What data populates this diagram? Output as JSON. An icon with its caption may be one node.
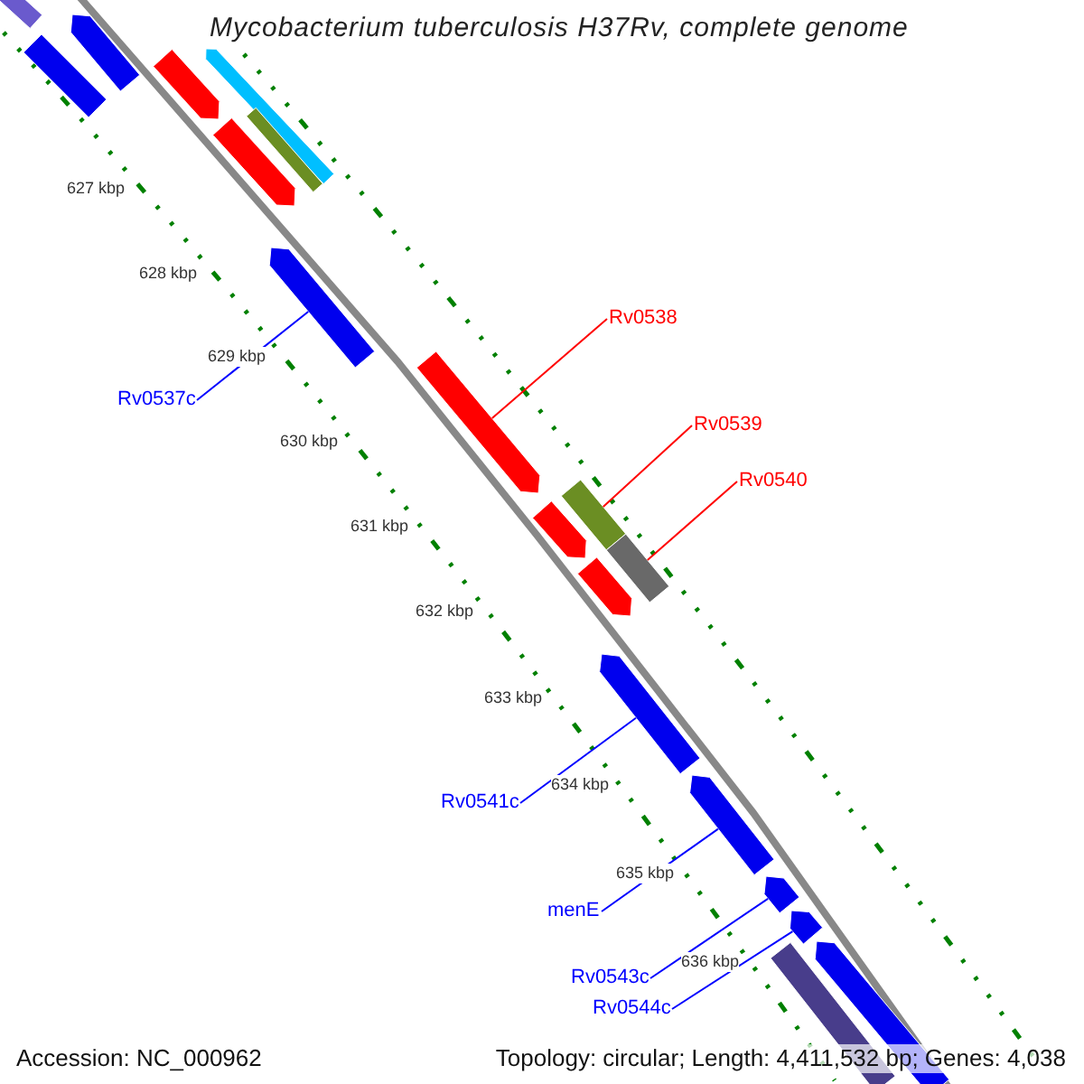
{
  "diagram": {
    "title": "Mycobacterium tuberculosis H37Rv, complete genome",
    "nodes": [
      {
        "text": [
          "Rv0537c"
        ]
      },
      {
        "text": [
          "Rv0538"
        ]
      },
      {
        "text": [
          "Rv0539"
        ]
      },
      {
        "text": [
          "Rv0540"
        ]
      },
      {
        "text": [
          "Rv0541c"
        ]
      },
      {
        "text": [
          "menE"
        ]
      },
      {
        "text": [
          "Rv0543c"
        ]
      },
      {
        "text": [
          "Rv0544c"
        ]
      },
      {
        "text": [],
        "shape": "bar"
      },
      {
        "text": [],
        "shape": "arrow"
      },
      {
        "text": [],
        "shape": "arrow"
      },
      {
        "text": [],
        "shape": "bar"
      },
      {
        "text": [],
        "shape": "arrow"
      },
      {
        "text": [],
        "shape": "bar"
      },
      {
        "text": [],
        "shape": "arrow"
      },
      {
        "text": [],
        "shape": "arrow"
      },
      {
        "text": [],
        "shape": "arrow"
      },
      {
        "text": [],
        "shape": "bar"
      },
      {
        "text": [],
        "shape": "arrow"
      },
      {
        "text": [],
        "shape": "bar"
      },
      {
        "text": [],
        "shape": "arrow"
      },
      {
        "text": [],
        "shape": "arrow"
      },
      {
        "text": [],
        "shape": "arrow"
      },
      {
        "text": [],
        "shape": "arrow"
      },
      {
        "text": [],
        "shape": "arrow"
      },
      {
        "text": [],
        "shape": "bar"
      },
      {
        "text": [],
        "shape": "arrow"
      }
    ],
    "edges": [
      {
        "from": 0,
        "to": 15,
        "arrow": "none"
      },
      {
        "from": 1,
        "to": 16,
        "arrow": "none",
        "color": "#ff0000"
      },
      {
        "from": 2,
        "to": 17,
        "arrow": "none",
        "color": "#ff0000"
      },
      {
        "from": 3,
        "to": 19,
        "arrow": "none",
        "color": "#ff0000"
      },
      {
        "from": 4,
        "to": 21,
        "arrow": "none"
      },
      {
        "from": 5,
        "to": 22,
        "arrow": "none"
      },
      {
        "from": 6,
        "to": 23,
        "arrow": "none"
      },
      {
        "from": 7,
        "to": 24,
        "arrow": "none"
      }
    ],
    "labels": [
      "627 kbp",
      "628 kbp",
      "629 kbp",
      "630 kbp",
      "631 kbp",
      "632 kbp",
      "633 kbp",
      "634 kbp",
      "635 kbp",
      "636 kbp",
      "Accession: NC_000962",
      "Topology: circular; Length: 4,411,532 bp; Genes: 4,038"
    ]
  }
}
